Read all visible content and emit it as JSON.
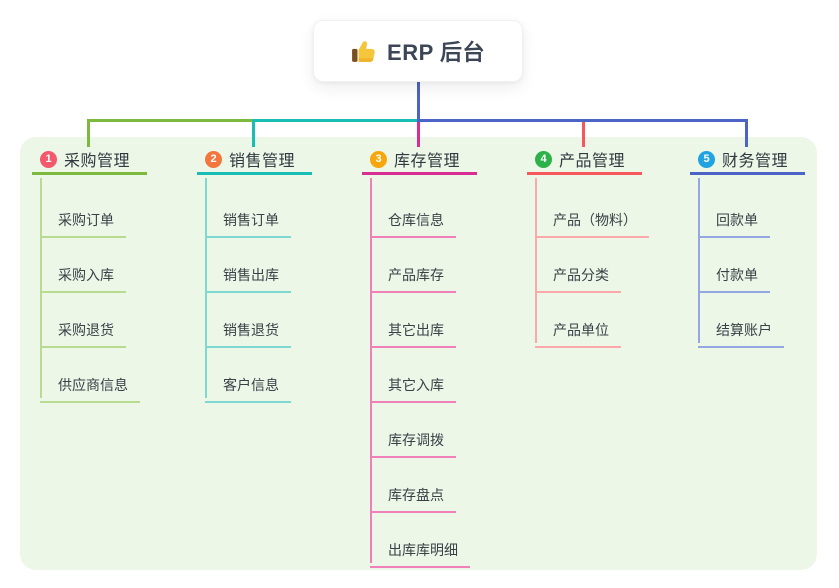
{
  "root": {
    "label": "ERP 后台",
    "icon": "thumbs-up-icon"
  },
  "branches": [
    {
      "badge": "1",
      "title": "采购管理",
      "color": "#7CB93F",
      "light": "#B7DC8F",
      "badge_color": "#F4586C",
      "children": [
        "采购订单",
        "采购入库",
        "采购退货",
        "供应商信息"
      ]
    },
    {
      "badge": "2",
      "title": "销售管理",
      "color": "#18BEB4",
      "light": "#7DD9D2",
      "badge_color": "#F3773C",
      "children": [
        "销售订单",
        "销售出库",
        "销售退货",
        "客户信息"
      ]
    },
    {
      "badge": "3",
      "title": "库存管理",
      "color": "#D62E92",
      "light": "#F080BA",
      "badge_color": "#F7A70B",
      "children": [
        "仓库信息",
        "产品库存",
        "其它出库",
        "其它入库",
        "库存调拨",
        "库存盘点",
        "出库库明细"
      ]
    },
    {
      "badge": "4",
      "title": "产品管理",
      "color": "#F8565D",
      "light": "#FBA8AB",
      "badge_color": "#2DB249",
      "children": [
        "产品（物料）",
        "产品分类",
        "产品单位"
      ]
    },
    {
      "badge": "5",
      "title": "财务管理",
      "color": "#4B64C5",
      "light": "#93A8E0",
      "badge_color": "#22A3E1",
      "children": [
        "回款单",
        "付款单",
        "结算账户"
      ]
    }
  ],
  "colors": {
    "panel_background": "#ECF7E8",
    "trunk_line": "#4B64C5",
    "root_text": "#3C4657",
    "thumb_yellow": "#F5C63C",
    "thumb_cuff": "#7A4F21"
  }
}
